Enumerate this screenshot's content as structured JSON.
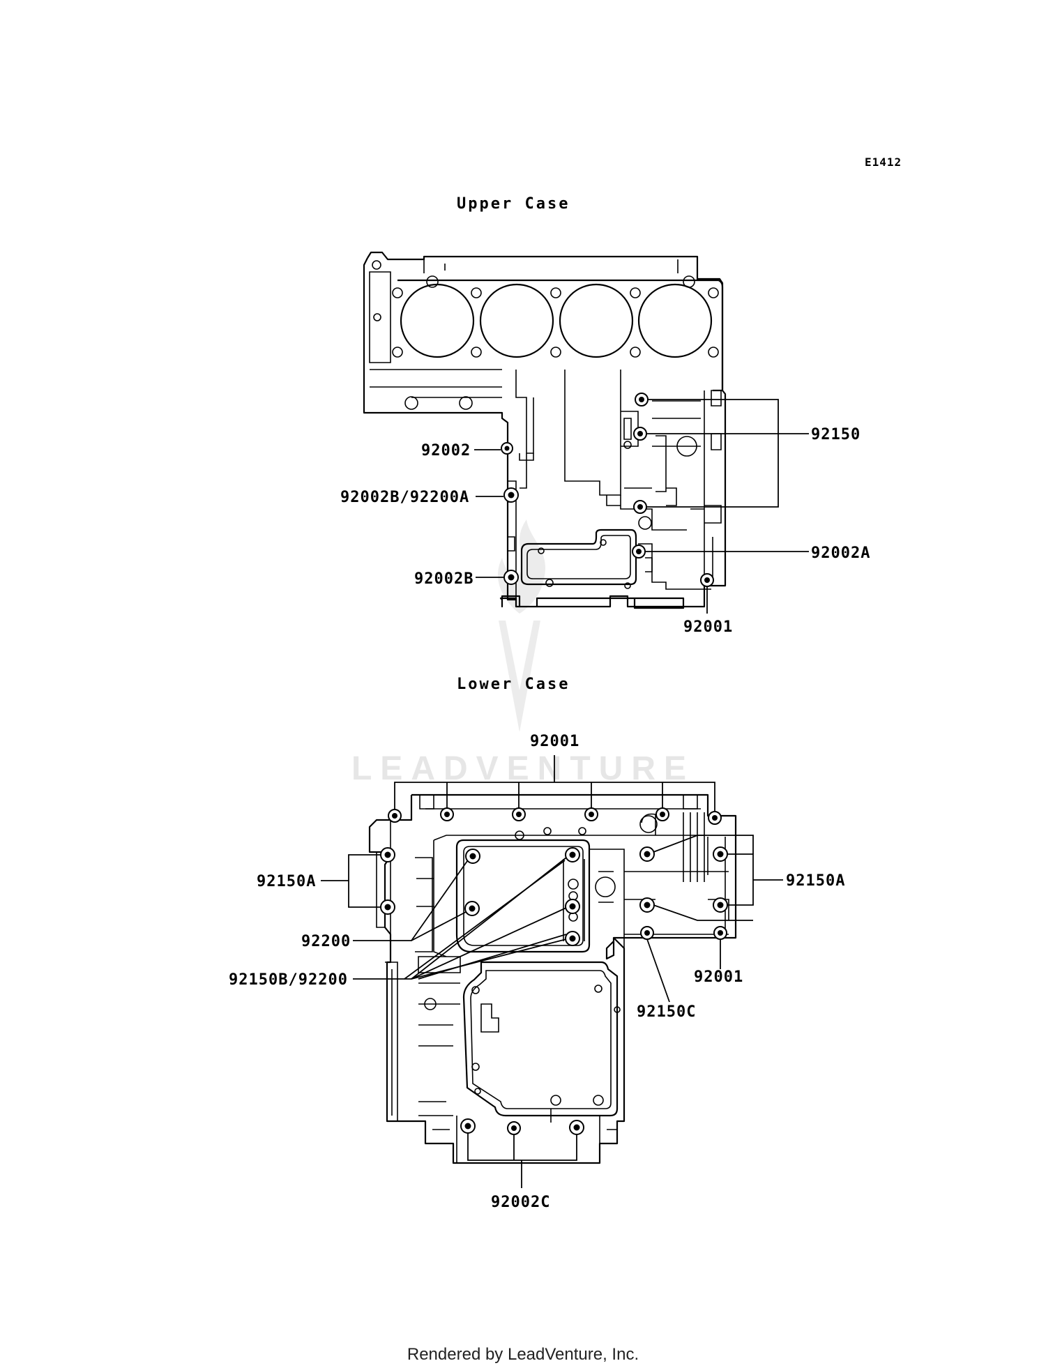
{
  "diagram_code": "E1412",
  "sections": {
    "upper_title": "Upper Case",
    "lower_title": "Lower Case"
  },
  "upper_labels": {
    "p92150": "92150",
    "p92002": "92002",
    "p92002b_92200a": "92002B/92200A",
    "p92002a": "92002A",
    "p92002b": "92002B",
    "p92001": "92001"
  },
  "lower_labels": {
    "p92001_top": "92001",
    "p92150a_left": "92150A",
    "p92150a_right": "92150A",
    "p92200": "92200",
    "p92150b_92200": "92150B/92200",
    "p92001_right": "92001",
    "p92150c": "92150C",
    "p92002c": "92002C"
  },
  "watermark": "LEADVENTURE",
  "footer": "Rendered by LeadVenture, Inc."
}
